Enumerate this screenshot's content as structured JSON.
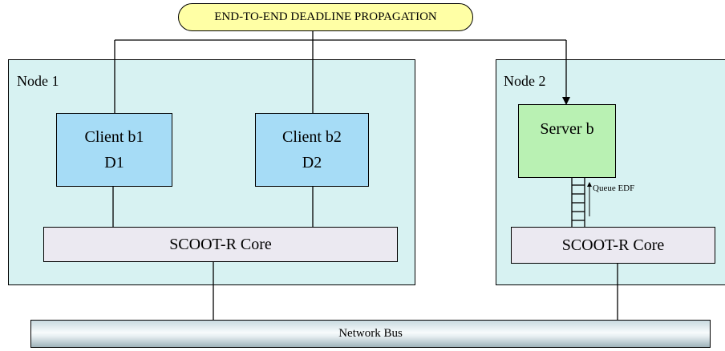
{
  "banner": {
    "label": "END-TO-END DEADLINE PROPAGATION"
  },
  "node1": {
    "label": "Node 1",
    "clients": [
      {
        "name": "Client b1",
        "deadline": "D1"
      },
      {
        "name": "Client b2",
        "deadline": "D2"
      }
    ],
    "core_label": "SCOOT-R Core"
  },
  "node2": {
    "label": "Node 2",
    "server": {
      "name": "Server b"
    },
    "queue_label": "Queue EDF",
    "core_label": "SCOOT-R Core"
  },
  "bus": {
    "label": "Network Bus"
  },
  "colors": {
    "node_fill": "#d7f2f2",
    "client_fill": "#a6dcf6",
    "server_fill": "#b9f1b3",
    "core_fill": "#ebe9f1",
    "banner_fill": "#ffffa5"
  }
}
